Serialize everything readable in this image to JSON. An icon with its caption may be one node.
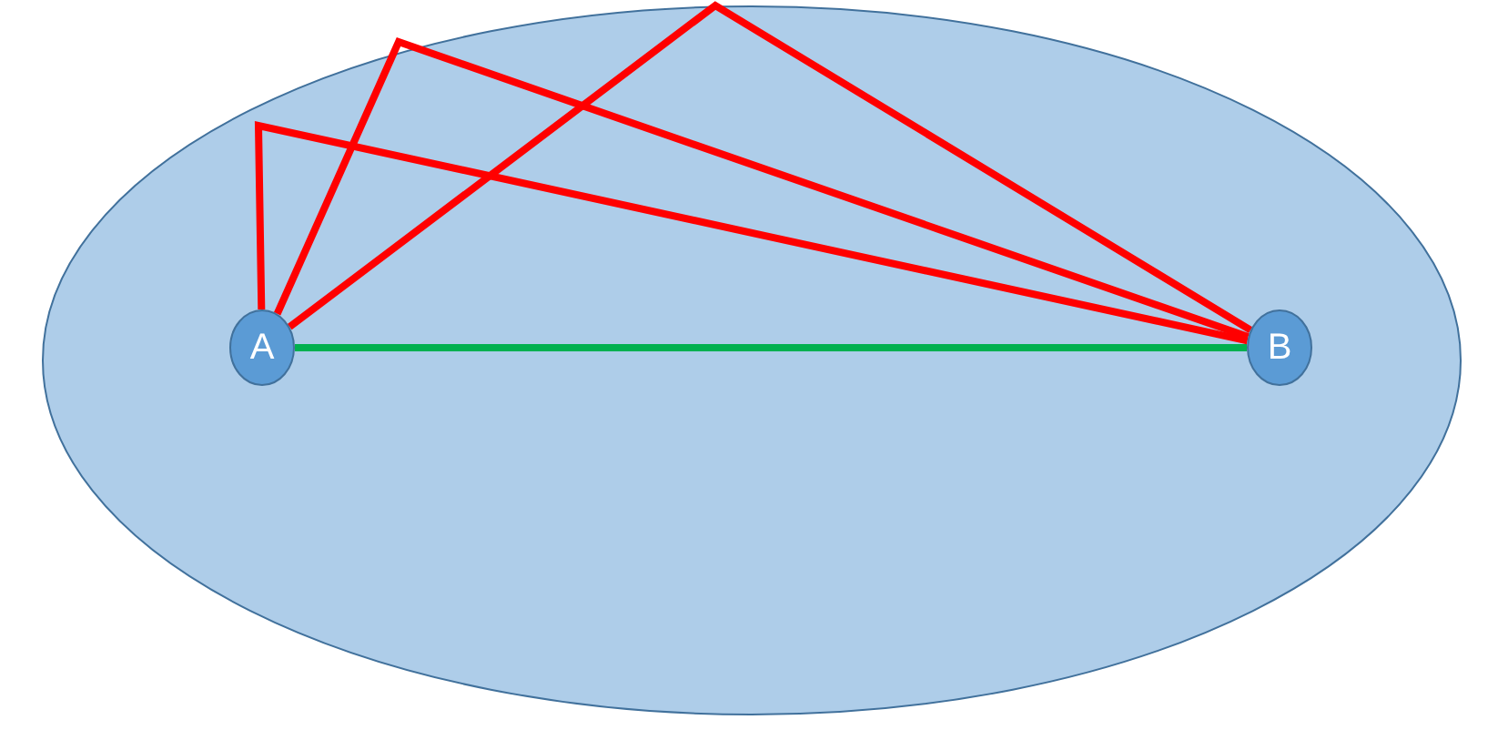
{
  "diagram": {
    "nodes": [
      {
        "text": [],
        "shape": "ellipse"
      },
      {
        "text": [
          "A"
        ],
        "in": 0
      },
      {
        "text": [
          "B"
        ],
        "in": 0
      }
    ],
    "edges": [
      {
        "from": 1,
        "to": 2,
        "arrow": "none",
        "color": "#00b050"
      },
      {
        "from": 1,
        "to": 2,
        "arrow": "none"
      },
      {
        "from": 1,
        "to": 2,
        "arrow": "none"
      },
      {
        "from": 1,
        "to": 2,
        "arrow": "none"
      }
    ]
  }
}
